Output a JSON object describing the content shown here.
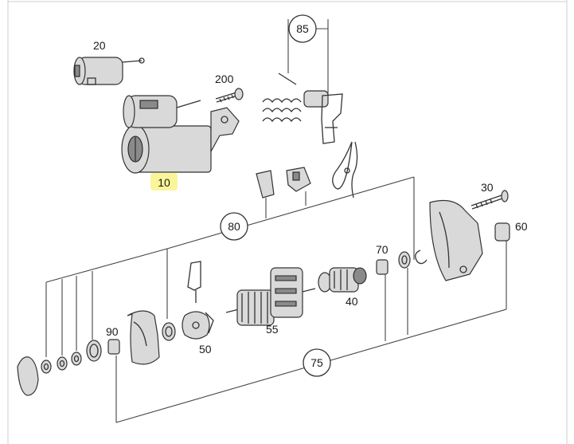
{
  "labels": {
    "starter": "10",
    "solenoid": "20",
    "bolt_upper": "200",
    "brush_kit": "85",
    "brush_set": "80",
    "screw_right": "30",
    "bushing_right": "60",
    "ring_70": "70",
    "drive_40": "40",
    "armature": "55",
    "spring_plate": "50",
    "bushing_90": "90",
    "repair_kit": "75"
  },
  "colors": {
    "highlight": "#fbf59a",
    "line": "#333333"
  }
}
